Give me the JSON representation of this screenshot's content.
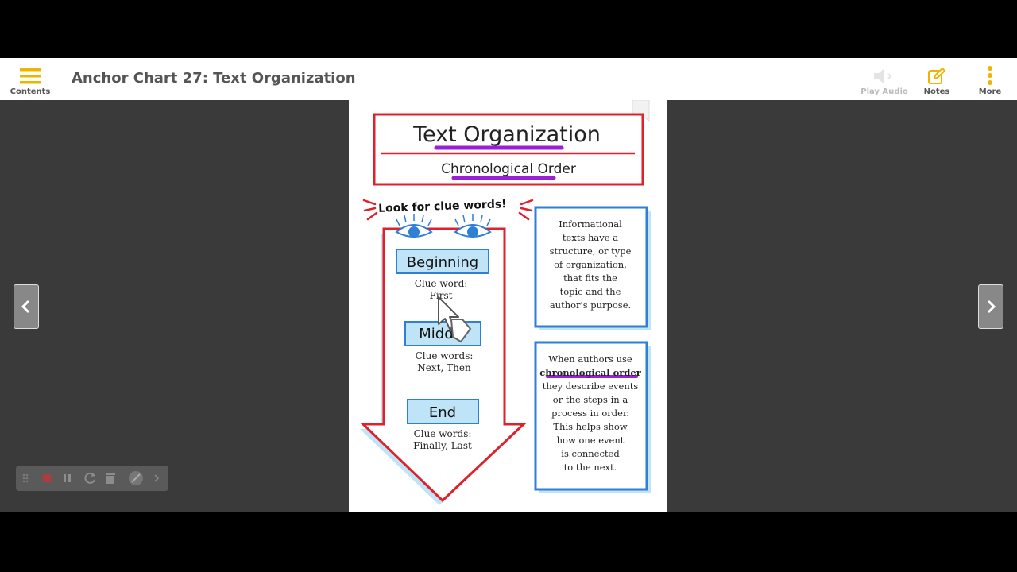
{
  "header": {
    "title": "Anchor Chart 27: Text Organization",
    "contents_label": "Contents",
    "play_audio_label": "Play Audio",
    "notes_label": "Notes",
    "more_label": "More",
    "accent_color": "#f0b400"
  },
  "chart": {
    "title": "Text Organization",
    "subtitle": "Chronological Order",
    "clue_heading": "Look for clue words!",
    "steps": [
      {
        "heading": "Beginning",
        "clue_label": "Clue word:",
        "clue_words": "First"
      },
      {
        "heading": "Middle",
        "clue_label": "Clue words:",
        "clue_words": "Next, Then"
      },
      {
        "heading": "End",
        "clue_label": "Clue words:",
        "clue_words": "Finally, Last"
      }
    ],
    "box1_lines": [
      "Informational",
      "texts have a",
      "structure, or type",
      "of organization,",
      "that fits the",
      "topic and the",
      "author's purpose."
    ],
    "box2_lines": [
      "When authors use",
      "chronological order",
      "they describe events",
      "or the steps in a",
      "process in order.",
      "This helps show",
      "how one event",
      "is connected",
      "to the next."
    ],
    "colors": {
      "red": "#e0202a",
      "blue": "#2f7fd6",
      "light_blue": "#bfe3f7",
      "purple": "#9b1fd8"
    }
  }
}
